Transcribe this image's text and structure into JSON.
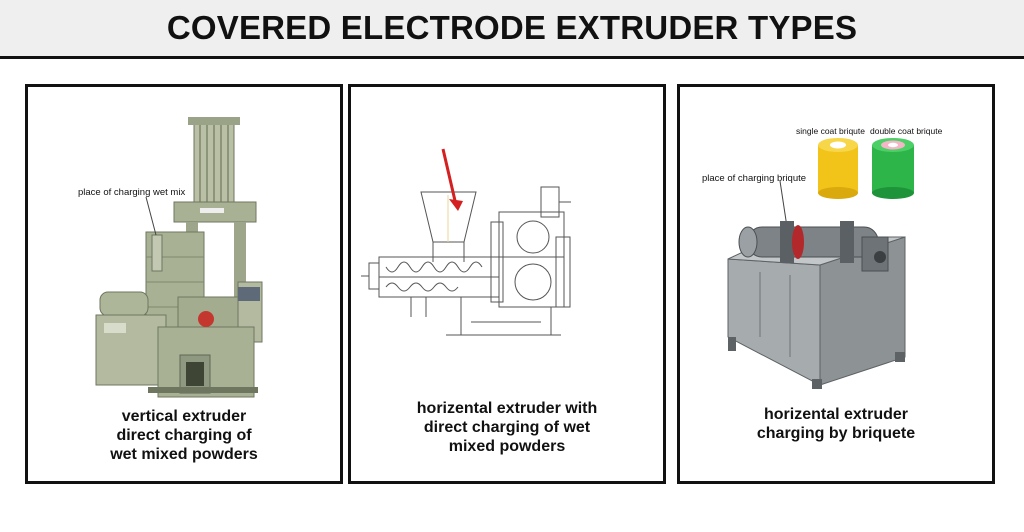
{
  "title": "COVERED ELECTRODE EXTRUDER TYPES",
  "panels": [
    {
      "caption_lines": [
        "vertical extruder",
        "direct charging of",
        "wet mixed powders"
      ],
      "callout": "place of charging wet mix"
    },
    {
      "caption_lines": [
        "horizental extruder with",
        "direct charging of wet",
        "mixed powders"
      ]
    },
    {
      "caption_lines": [
        "horizental extruder",
        "charging by briquete"
      ],
      "callout": "place of charging briqute",
      "briquette_labels": [
        "single coat briqute",
        "double coat briqute"
      ]
    }
  ],
  "colors": {
    "machine_green": "#a9b195",
    "machine_shadow": "#7f8870",
    "machine_gray": "#9ea3a6",
    "arrow_red": "#d42020",
    "briquette_yellow": "#f2c41a",
    "briquette_green": "#2db54a",
    "briquette_pink": "#f3b6c7"
  }
}
